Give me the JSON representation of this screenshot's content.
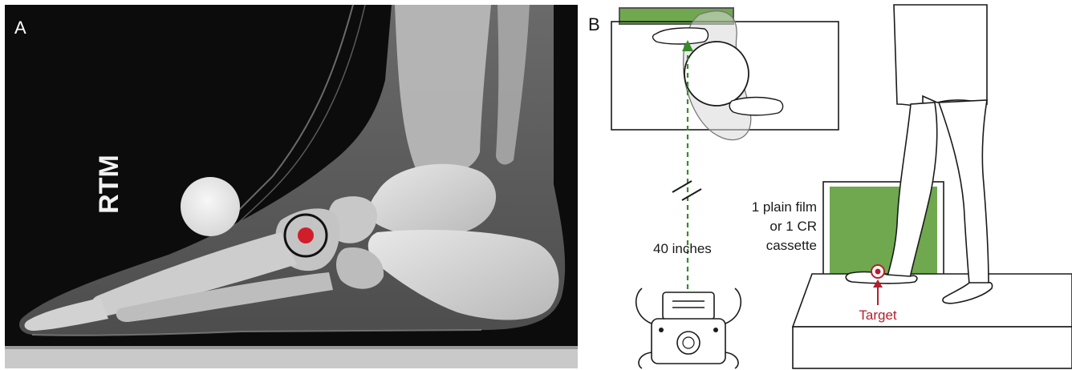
{
  "panels": {
    "a": {
      "label": "A"
    },
    "b": {
      "label": "B"
    }
  },
  "xray": {
    "marker_text": "RTM",
    "colors": {
      "background": "#0c0c0c",
      "bone": "#cfcfcf",
      "soft_tissue": "#5a5a5a",
      "coin": "#ececec",
      "target_dot": "#d01f2a",
      "target_ring": "#111111"
    }
  },
  "diagram": {
    "labels": {
      "distance": "40 inches",
      "film_line1": "1 plain film",
      "film_line2": "or 1 CR",
      "film_line3": "cassette",
      "target": "Target"
    },
    "colors": {
      "film_green": "#6fa84e",
      "beam_green": "#3a8a2a",
      "target_red": "#b3202e",
      "outline": "#1a1a1a"
    }
  }
}
